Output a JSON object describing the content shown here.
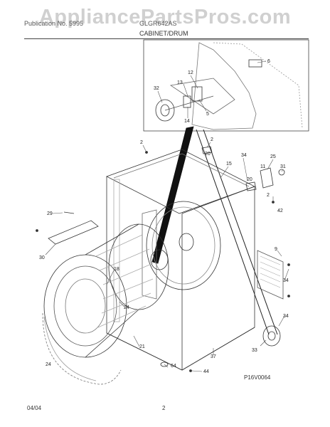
{
  "watermark": "AppliancePartsPros.com",
  "header": {
    "left": "Publication No. 5995",
    "model": "GLGR642AS",
    "section_title": "CABINET/DRUM"
  },
  "diagram_code": "P16V0064",
  "footer": {
    "date": "04/04",
    "page": "2"
  },
  "part_labels": [
    {
      "id": "6",
      "text": "6"
    },
    {
      "id": "12",
      "text": "12"
    },
    {
      "id": "13",
      "text": "13"
    },
    {
      "id": "32a",
      "text": "32"
    },
    {
      "id": "5",
      "text": "5"
    },
    {
      "id": "14",
      "text": "14"
    },
    {
      "id": "2a",
      "text": "2"
    },
    {
      "id": "2b",
      "text": "2"
    },
    {
      "id": "20a",
      "text": "20"
    },
    {
      "id": "34a",
      "text": "34"
    },
    {
      "id": "25",
      "text": "25"
    },
    {
      "id": "15",
      "text": "15"
    },
    {
      "id": "11",
      "text": "11"
    },
    {
      "id": "31",
      "text": "31"
    },
    {
      "id": "20b",
      "text": "20"
    },
    {
      "id": "2c",
      "text": "2"
    },
    {
      "id": "42",
      "text": "42"
    },
    {
      "id": "29",
      "text": "29"
    },
    {
      "id": "30",
      "text": "30"
    },
    {
      "id": "9",
      "text": "9"
    },
    {
      "id": "18",
      "text": "18"
    },
    {
      "id": "34b",
      "text": "34"
    },
    {
      "id": "24a",
      "text": "24"
    },
    {
      "id": "34c",
      "text": "34"
    },
    {
      "id": "21",
      "text": "21"
    },
    {
      "id": "33",
      "text": "33"
    },
    {
      "id": "37",
      "text": "37"
    },
    {
      "id": "24b",
      "text": "24"
    },
    {
      "id": "64",
      "text": "64"
    },
    {
      "id": "44",
      "text": "44"
    }
  ]
}
